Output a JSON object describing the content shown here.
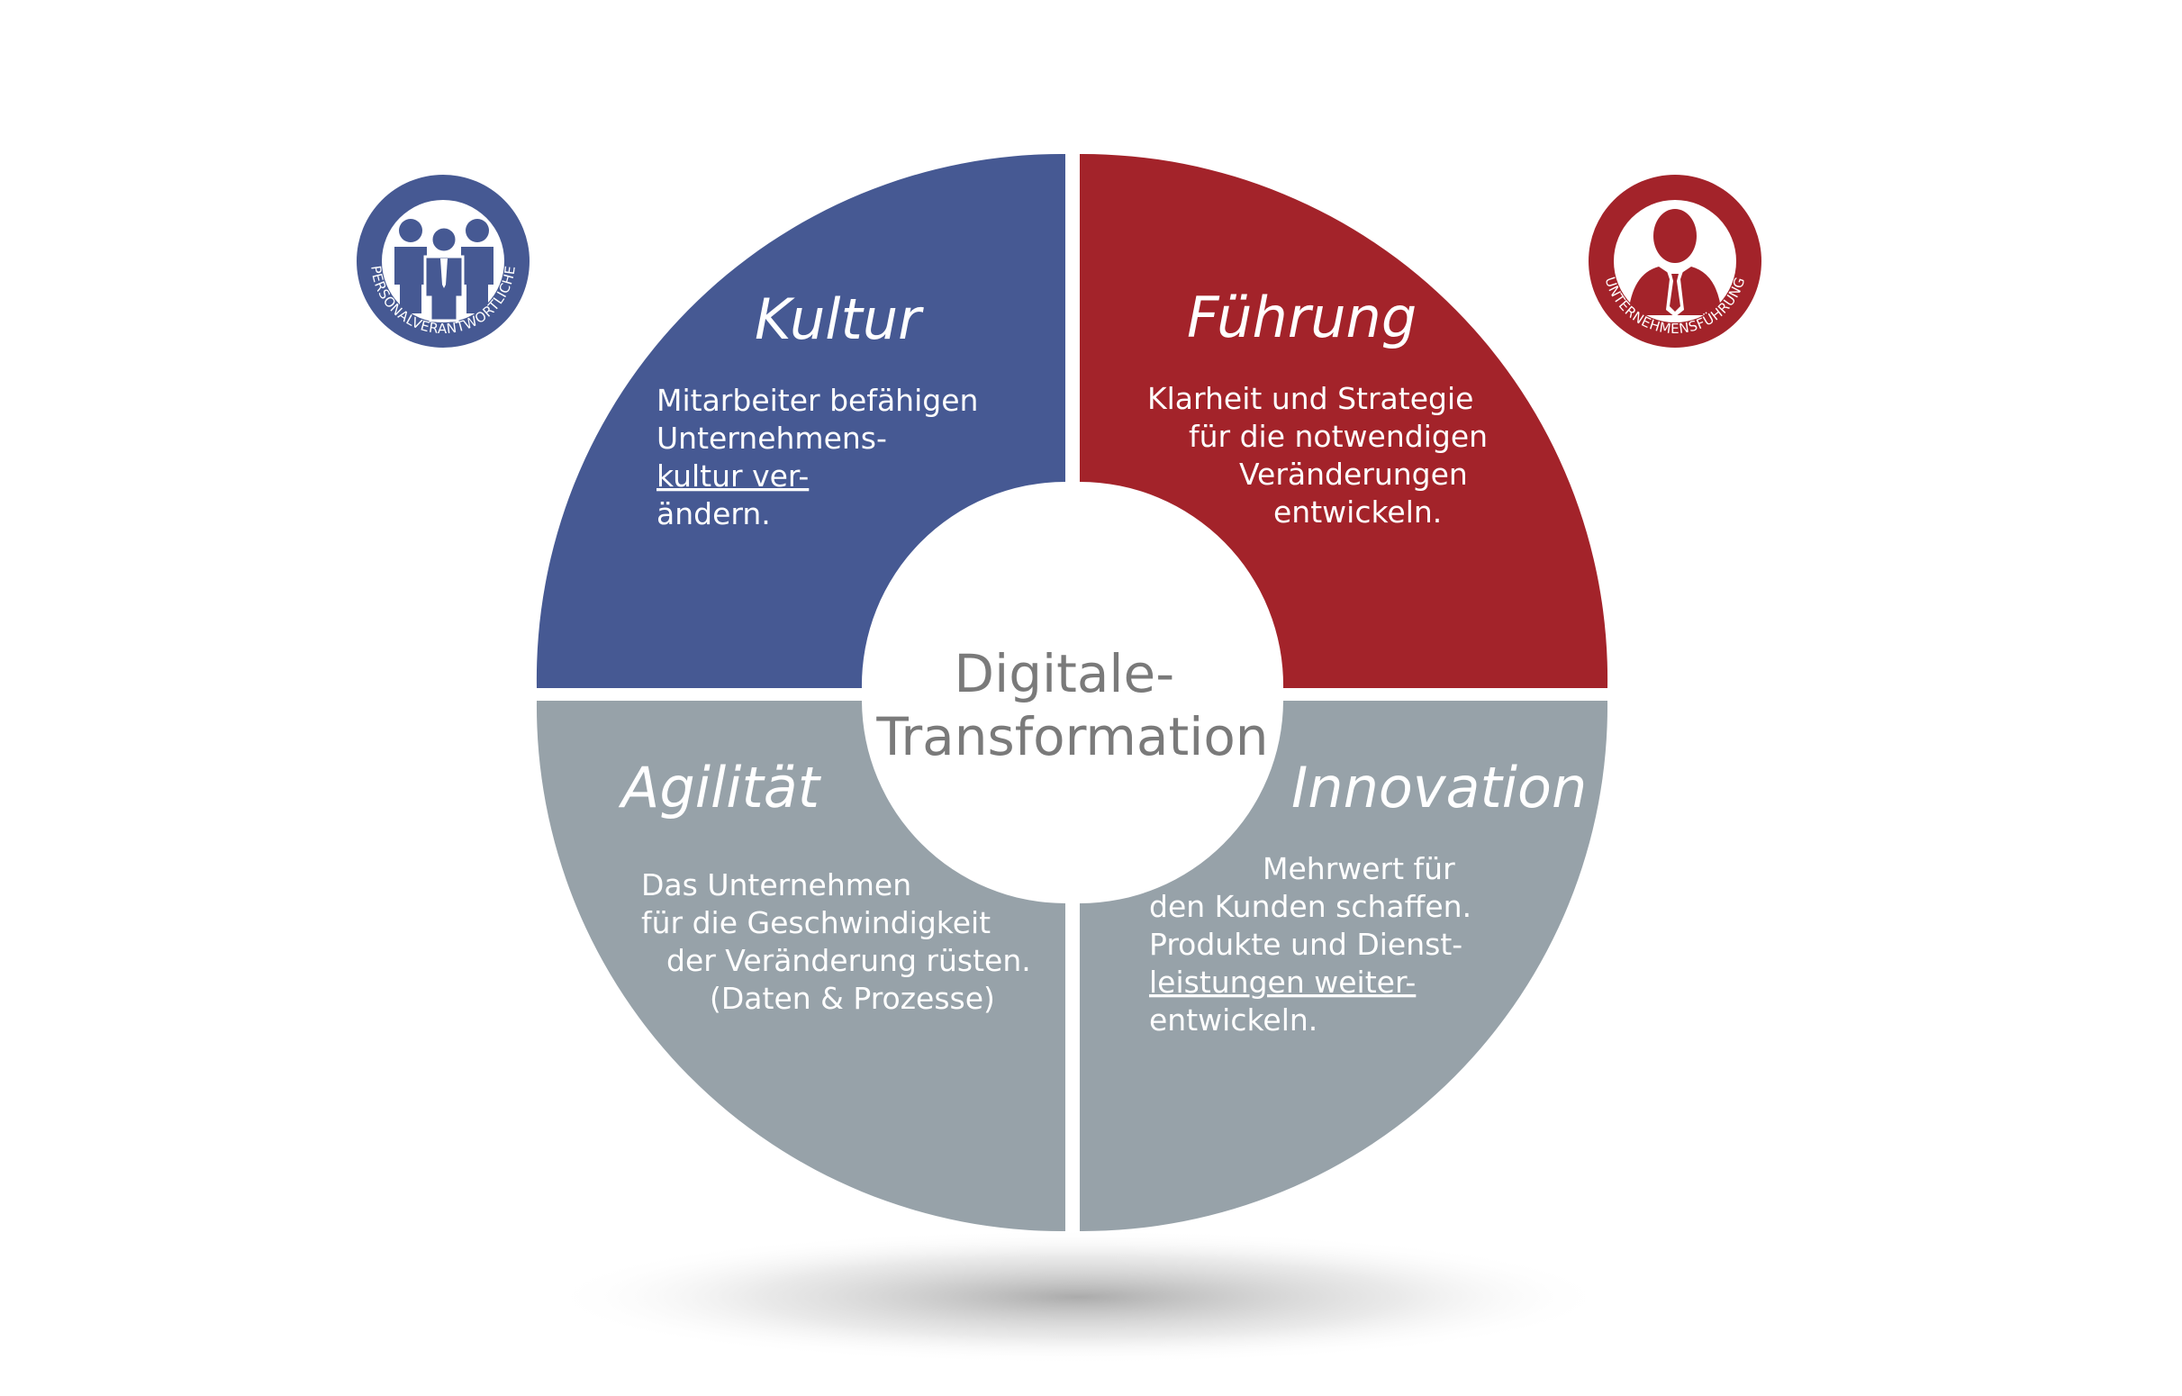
{
  "center": {
    "line1": "Digitale-",
    "line2": "Transformation"
  },
  "colors": {
    "kultur": "#465993",
    "fuehrung": "#a3232a",
    "grey": "#97a2a9",
    "center_text": "#7a7a7a"
  },
  "quadrants": {
    "kultur": {
      "title": "Kultur",
      "lines": [
        "Mitarbeiter befähigen",
        "Unternehmens-",
        "kultur ver-",
        "ändern."
      ]
    },
    "fuehrung": {
      "title": "Führung",
      "lines": [
        "Klarheit und Strategie",
        "für die notwendigen",
        "Veränderungen",
        "entwickeln."
      ]
    },
    "agilitaet": {
      "title": "Agilität",
      "lines": [
        "Das Unternehmen",
        "für die Geschwindigkeit",
        "der Veränderung rüsten.",
        "(Daten & Prozesse)"
      ]
    },
    "innovation": {
      "title": "Innovation",
      "lines": [
        "Mehrwert für",
        "den Kunden schaffen.",
        "Produkte und Dienst-",
        "leistungen weiter-",
        "entwickeln."
      ]
    }
  },
  "badges": {
    "left": {
      "label": "PERSONALVERANTWORTLICHE",
      "icon": "people-group-icon"
    },
    "right": {
      "label": "UNTERNEHMENSFÜHRUNG",
      "icon": "businessman-icon"
    }
  }
}
